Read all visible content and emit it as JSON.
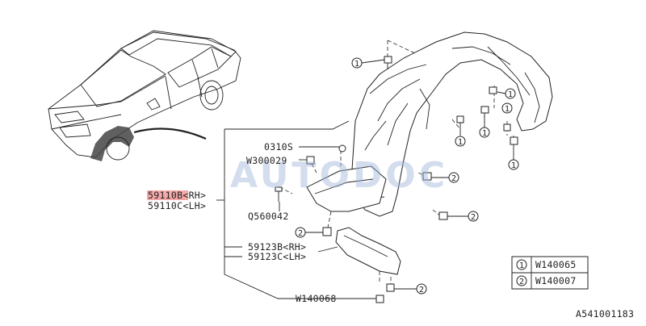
{
  "part_labels": {
    "p0310s": "0310S",
    "w300029": "W300029",
    "p59110b": "59110B<RH>",
    "p59110c": "59110C<LH>",
    "q560042": "Q560042",
    "p59123b": "59123B<RH>",
    "p59123c": "59123C<LH>",
    "w140068": "W140068"
  },
  "callouts": {
    "one": "1",
    "two": "2"
  },
  "legend": [
    {
      "num": "1",
      "part": "W140065"
    },
    {
      "num": "2",
      "part": "W140007"
    }
  ],
  "watermark": "AUTODOC",
  "diagram_id": "A541001183",
  "colors": {
    "highlight": "#f4a9a9",
    "watermark": "#9fb4d9"
  }
}
